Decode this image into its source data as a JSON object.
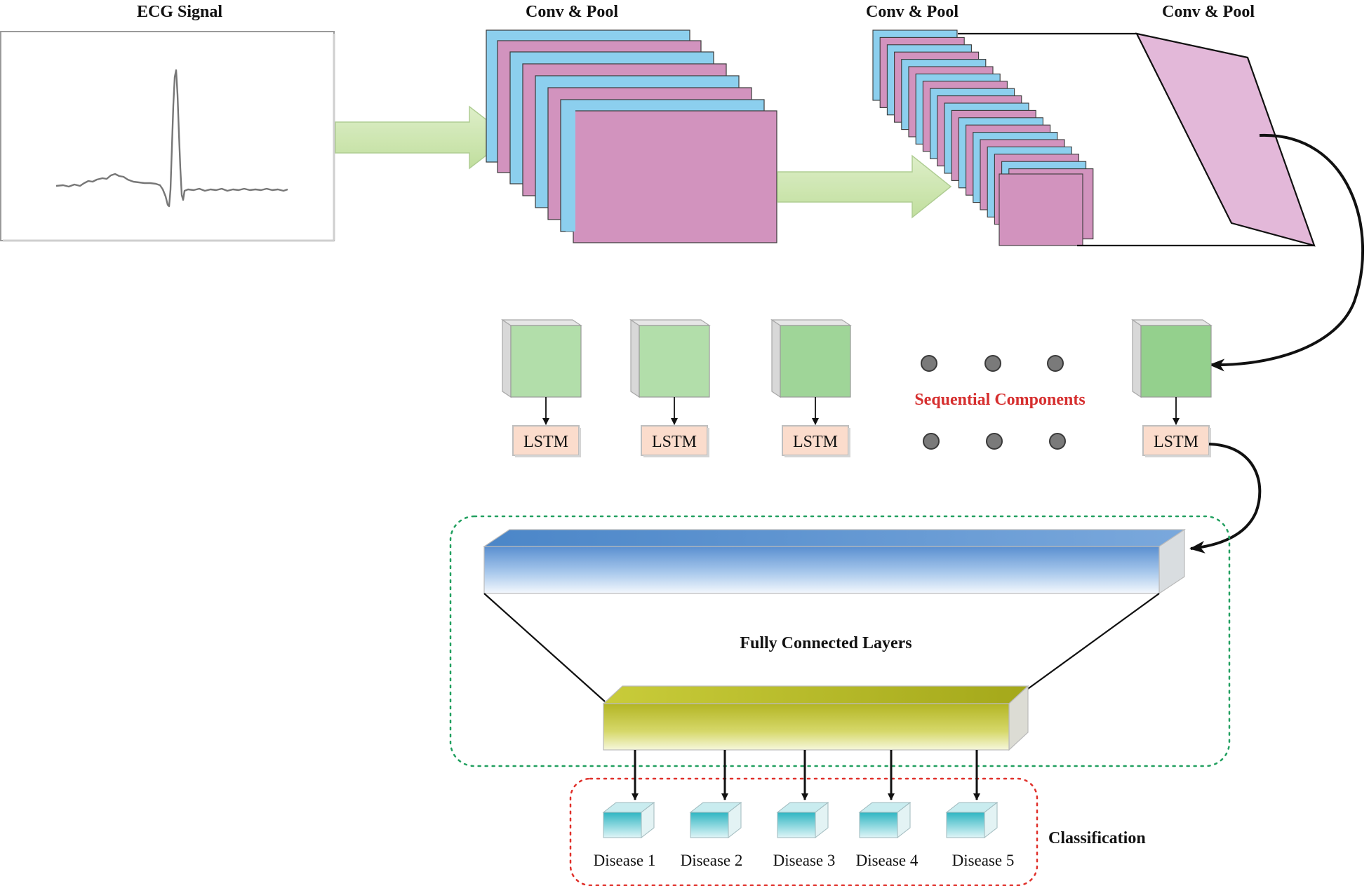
{
  "titles": {
    "ecg": "ECG Signal",
    "conv1": "Conv & Pool",
    "conv2": "Conv & Pool",
    "conv3": "Conv & Pool"
  },
  "sequential_label": "Sequential Components",
  "lstm_label": "LSTM",
  "fc_label": "Fully Connected Layers",
  "classification_label": "Classification",
  "diseases": [
    "Disease 1",
    "Disease 2",
    "Disease 3",
    "Disease 4",
    "Disease 5"
  ],
  "colors": {
    "feature_map_blue": "#8ccfee",
    "feature_map_pink": "#d293be",
    "flat_map": "#e3b8d9",
    "arrow_green": "#c8e2a8",
    "lstm_input": "#a9dba4",
    "lstm_box": "#fbdccc",
    "sequential_text": "#d62f2f",
    "fc_group_border": "#22a060",
    "classification_border": "#e0302a"
  }
}
